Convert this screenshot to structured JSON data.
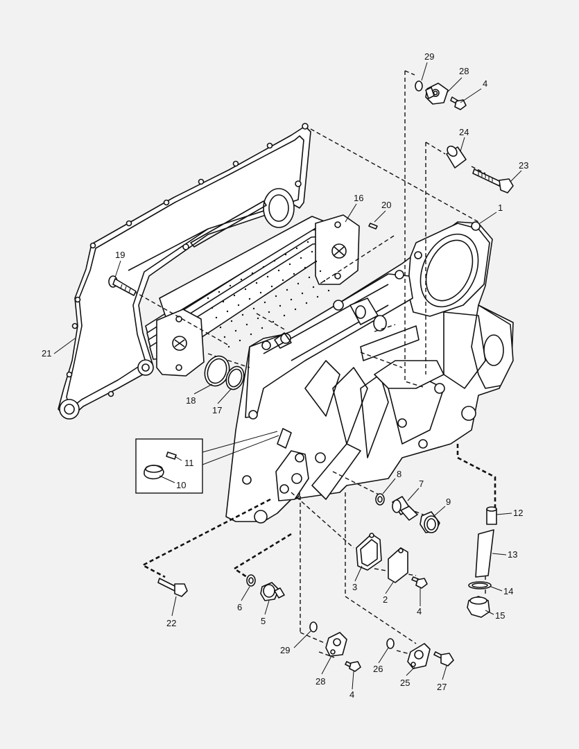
{
  "labels": [
    {
      "id": "29",
      "text": "29"
    },
    {
      "id": "28",
      "text": "28"
    },
    {
      "id": "4",
      "text": "4"
    },
    {
      "id": "24",
      "text": "24"
    },
    {
      "id": "23",
      "text": "23"
    },
    {
      "id": "1",
      "text": "1"
    },
    {
      "id": "16",
      "text": "16"
    },
    {
      "id": "20",
      "text": "20"
    },
    {
      "id": "19",
      "text": "19"
    },
    {
      "id": "21",
      "text": "21"
    },
    {
      "id": "18",
      "text": "18"
    },
    {
      "id": "17",
      "text": "17"
    },
    {
      "id": "11",
      "text": "11"
    },
    {
      "id": "10",
      "text": "10"
    },
    {
      "id": "8",
      "text": "8"
    },
    {
      "id": "7",
      "text": "7"
    },
    {
      "id": "9",
      "text": "9"
    },
    {
      "id": "12",
      "text": "12"
    },
    {
      "id": "13",
      "text": "13"
    },
    {
      "id": "14",
      "text": "14"
    },
    {
      "id": "15",
      "text": "15"
    },
    {
      "id": "3",
      "text": "3"
    },
    {
      "id": "2",
      "text": "2"
    },
    {
      "id": "4b",
      "text": "4"
    },
    {
      "id": "6",
      "text": "6"
    },
    {
      "id": "5",
      "text": "5"
    },
    {
      "id": "22",
      "text": "22"
    },
    {
      "id": "29b",
      "text": "29"
    },
    {
      "id": "28b",
      "text": "28"
    },
    {
      "id": "4c",
      "text": "4"
    },
    {
      "id": "26",
      "text": "26"
    },
    {
      "id": "25",
      "text": "25"
    },
    {
      "id": "27",
      "text": "27"
    }
  ]
}
